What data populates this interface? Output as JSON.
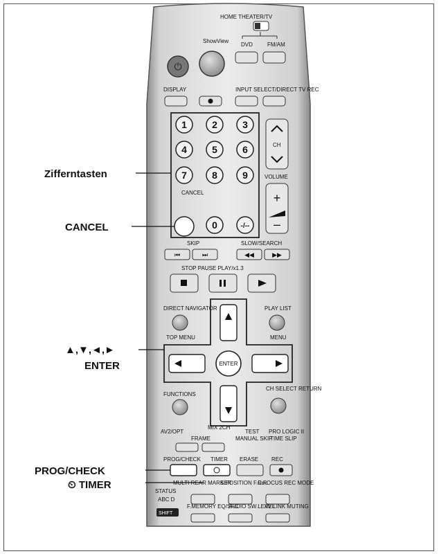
{
  "remote": {
    "home_theater_label": "HOME THEATER/TV",
    "showview_label": "ShowView",
    "dvd_label": "DVD",
    "fmam_label": "FM/AM",
    "display_label": "DISPLAY",
    "input_select_label": "INPUT SELECT/DIRECT TV REC",
    "numbers": [
      "1",
      "2",
      "3",
      "4",
      "5",
      "6",
      "7",
      "8",
      "9",
      "0",
      "-/--"
    ],
    "cancel_small_label": "CANCEL",
    "ch_label": "CH",
    "volume_label": "VOLUME",
    "skip_label": "SKIP",
    "slow_search_label": "SLOW/SEARCH",
    "stop_pause_play_label": "STOP  PAUSE  PLAY/x1.3",
    "direct_navigator_label": "DIRECT NAVIGATOR",
    "top_menu_label": "TOP MENU",
    "play_list_label": "PLAY LIST",
    "menu_label": "MENU",
    "enter_label": "ENTER",
    "functions_label": "FUNCTIONS",
    "ch_select_return_label": "CH SELECT RETURN",
    "av2_opt_label": "AV2/OPT",
    "mix_2ch_label": "MIX 2CH",
    "test_label": "TEST",
    "pro_logic_label": "PRO LOGIC II",
    "frame_label": "FRAME",
    "manual_skip_label": "MANUAL SKIP",
    "time_slip_label": "TIME SLIP",
    "prog_check_small": "PROG/CHECK",
    "timer_small": "TIMER",
    "erase_small": "ERASE",
    "rec_small": "REC",
    "status_label": "STATUS",
    "abc_label": "ABC D",
    "multi_rear_label": "MULTI REAR MARKER",
    "sposition_label": "S.POSITION F.Rec",
    "cfocus_label": "C.FOCUS REC MODE",
    "shift_label": "SHIFT",
    "fmemory_label": "F.MEMORY EQ/SFC",
    "audio_label": "AUDIO SW.LEVEL",
    "avlink_label": "AV LINK MUTING"
  },
  "callouts": {
    "zifferntasten": "Zifferntasten",
    "cancel": "CANCEL",
    "arrows": "▲,▼,◄,►",
    "enter": "ENTER",
    "prog_check": "PROG/CHECK",
    "timer": "⏲ TIMER"
  }
}
